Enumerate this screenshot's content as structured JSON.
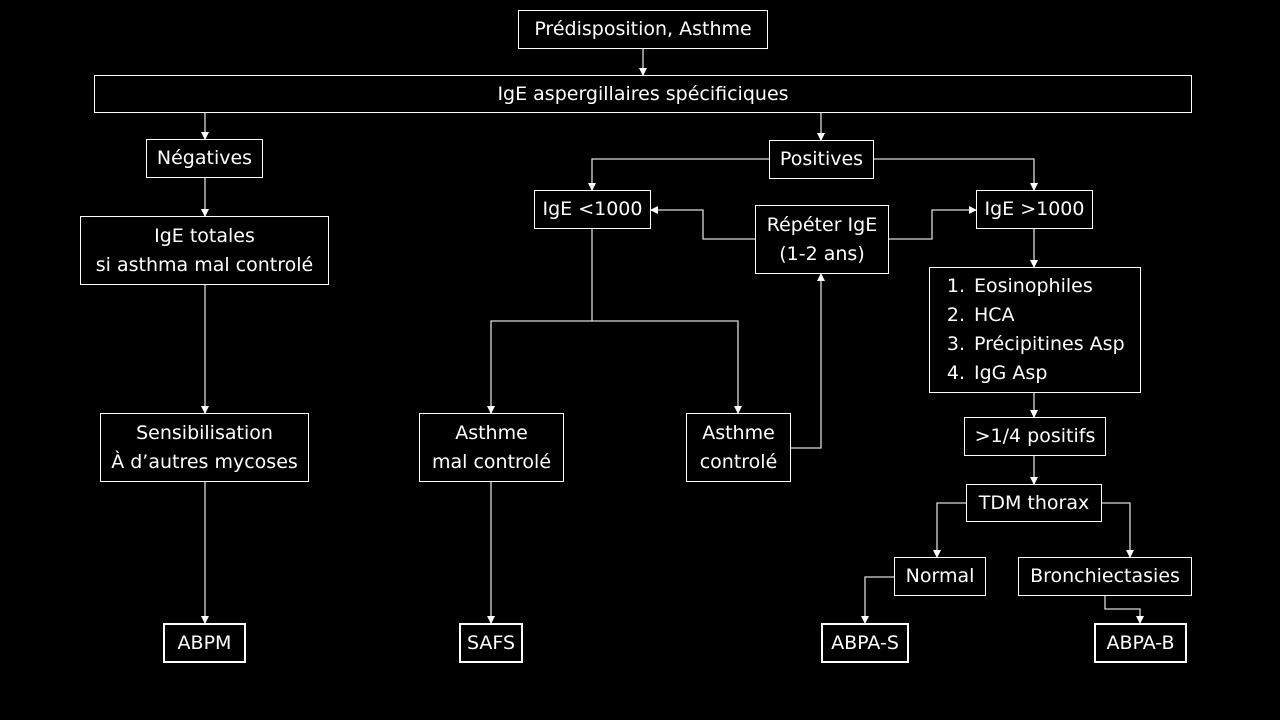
{
  "nodes": {
    "top": "Prédisposition, Asthme",
    "ige_asp": "IgE aspergillaires spécificiques",
    "negatives": "Négatives",
    "positives": "Positives",
    "ige_totales": [
      "IgE totales",
      "si asthma mal controlé"
    ],
    "sensibilisation": [
      "Sensibilisation",
      "À d’autres mycoses"
    ],
    "abpm": "ABPM",
    "ige_lt": "IgE <1000",
    "repeter": [
      "Répéter IgE",
      "(1-2 ans)"
    ],
    "ige_gt": "IgE >1000",
    "asthme_mal": [
      "Asthme",
      "mal controlé"
    ],
    "asthme_ctrl": [
      "Asthme",
      "controlé"
    ],
    "safs": "SAFS",
    "criteria": [
      {
        "num": "1.",
        "label": "Eosinophiles"
      },
      {
        "num": "2.",
        "label": "HCA"
      },
      {
        "num": "3.",
        "label": "Précipitines Asp"
      },
      {
        "num": "4.",
        "label": "IgG Asp"
      }
    ],
    "positifs": ">1/4 positifs",
    "tdm": "TDM thorax",
    "normal": "Normal",
    "bronch": "Bronchiectasies",
    "abpa_s": "ABPA-S",
    "abpa_b": "ABPA-B"
  }
}
